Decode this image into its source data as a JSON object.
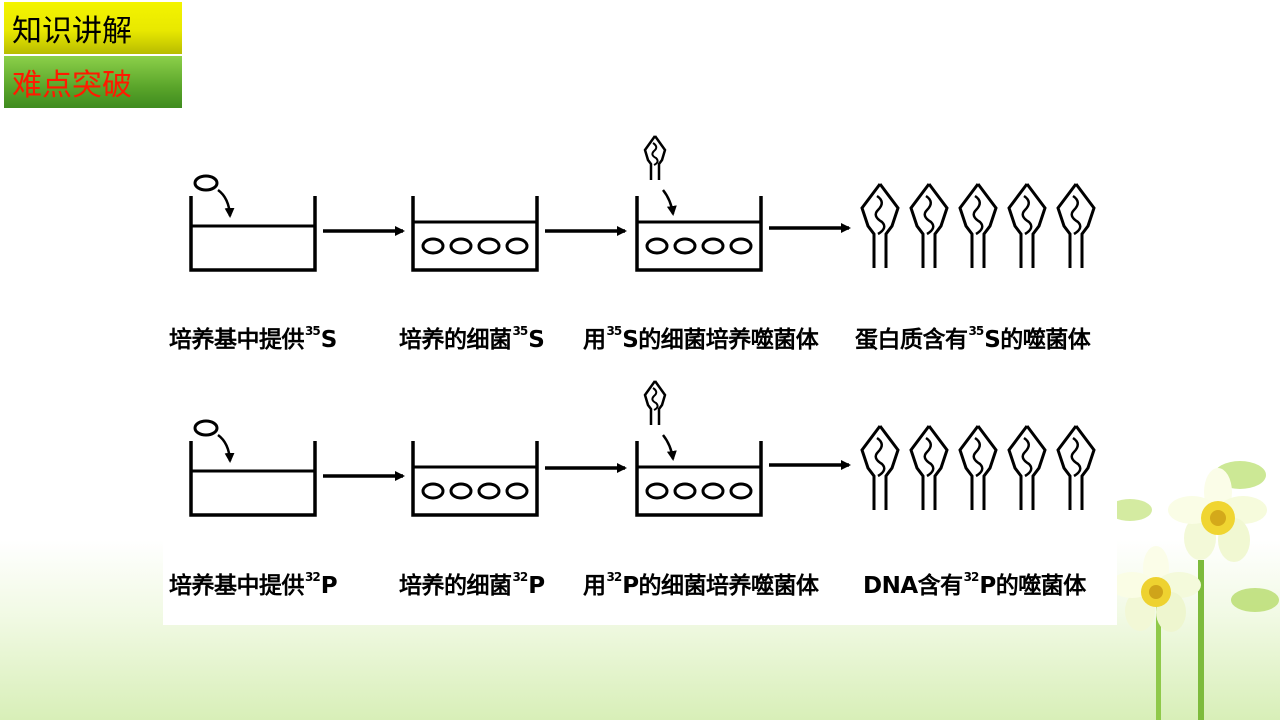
{
  "tags": {
    "knowledge": "知识讲解",
    "difficulty": "难点突破"
  },
  "rows": [
    {
      "captions": [
        {
          "pre": "培养基中提供",
          "sup": "35",
          "post": "S"
        },
        {
          "pre": "培养的细菌",
          "sup": "35",
          "post": "S"
        },
        {
          "pre": "用",
          "sup": "35",
          "post": "S的细菌培养噬菌体"
        },
        {
          "pre": "蛋白质含有",
          "sup": "35",
          "post": "S的噬菌体"
        }
      ]
    },
    {
      "captions": [
        {
          "pre": "培养基中提供",
          "sup": "32",
          "post": "P"
        },
        {
          "pre": "培养的细菌",
          "sup": "32",
          "post": "P"
        },
        {
          "pre": "用",
          "sup": "32",
          "post": "P的细菌培养噬菌体"
        },
        {
          "pre": "DNA含有",
          "sup": "32",
          "post": "P的噬菌体"
        }
      ]
    }
  ],
  "colors": {
    "tag_yellow": "#f4f400",
    "tag_green": "#5aa52a",
    "tag_red_text": "#ff1a00"
  }
}
